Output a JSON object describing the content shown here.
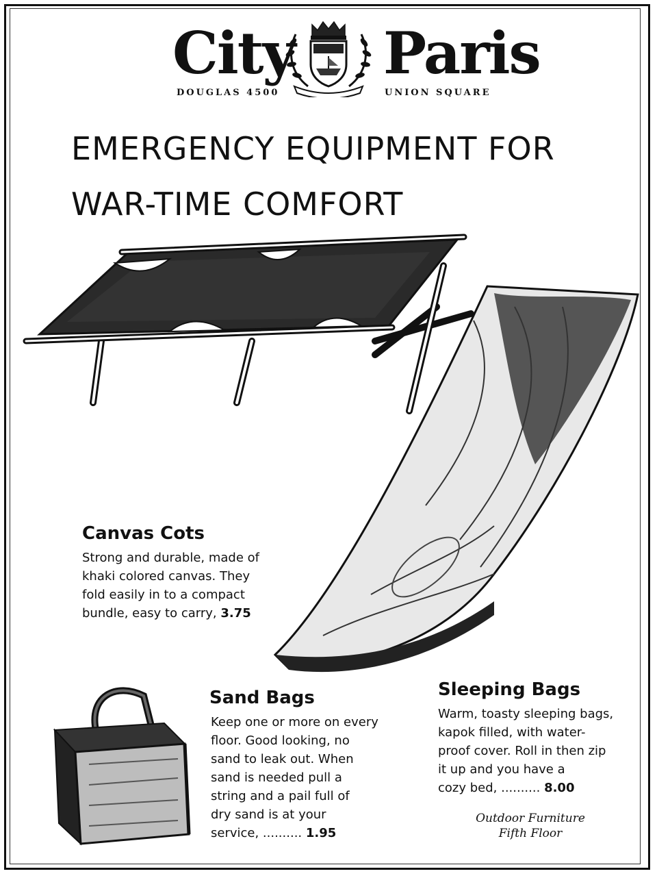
{
  "masthead": {
    "left_word": "City",
    "right_word": "Paris",
    "phone": "DOUGLAS 4500",
    "location": "UNION SQUARE"
  },
  "headline": {
    "line1": "EMERGENCY EQUIPMENT FOR",
    "line2": "WAR-TIME COMFORT"
  },
  "products": {
    "cots": {
      "title": "Canvas Cots",
      "lines": [
        "Strong and durable, made of",
        "khaki colored canvas. They",
        "fold easily in to a compact"
      ],
      "last_prefix": "bundle, easy to carry,",
      "price": "3.75"
    },
    "sand": {
      "title": "Sand Bags",
      "lines": [
        "Keep one or more on every",
        "floor. Good looking, no",
        "sand to leak out. When",
        "sand is needed pull a",
        "string and a pail full of",
        "dry sand is at your"
      ],
      "last_prefix": "service, ..........",
      "price": "1.95"
    },
    "sleeping": {
      "title": "Sleeping Bags",
      "lines": [
        "Warm, toasty sleeping bags,",
        "kapok filled, with water-",
        "proof cover. Roll in then zip",
        "it up and you have a"
      ],
      "last_prefix": "cozy bed, ..........",
      "price": "8.00"
    }
  },
  "department": {
    "line1": "Outdoor Furniture",
    "line2": "Fifth Floor"
  }
}
